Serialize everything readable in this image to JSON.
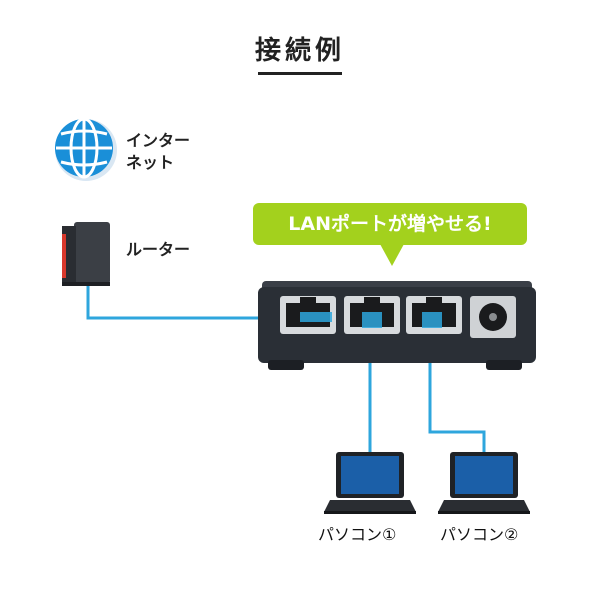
{
  "title": "接続例",
  "internet": {
    "label": "インター\nネット"
  },
  "router": {
    "label": "ルーター"
  },
  "callout": {
    "text": "LANポートが増やせる!"
  },
  "pcs": [
    {
      "label": "パソコン①"
    },
    {
      "label": "パソコン②"
    }
  ],
  "colors": {
    "cable": "#2ea6dd",
    "callout": "#a3d11d",
    "globe": "#1a8fd8",
    "device": "#2a2f36"
  }
}
